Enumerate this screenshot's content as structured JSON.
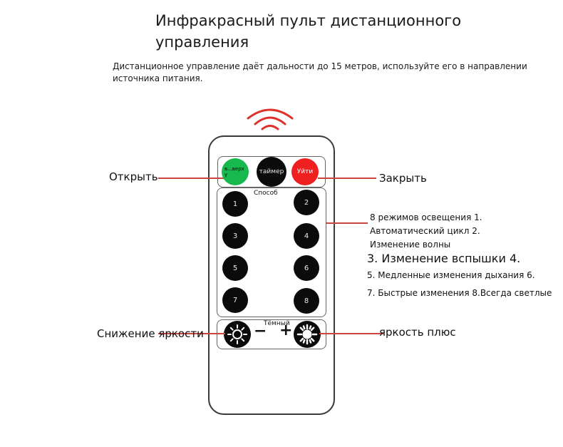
{
  "title": "Инфракрасный пульт дистанционного управления",
  "description": "Дистанционное управление даёт дальности до 15 метров, используйте его в направлении источника питания.",
  "remote": {
    "top_buttons": {
      "on_label": "в...верх у",
      "timer_label": "таймер",
      "off_label": "Уйти"
    },
    "mode_label": "Способ",
    "mode_buttons": [
      "1",
      "2",
      "3",
      "4",
      "5",
      "6",
      "7",
      "8"
    ],
    "dark_label": "Тёмный",
    "minus": "−",
    "plus": "+"
  },
  "callouts": {
    "open": "Открыть",
    "close": "Закрыть",
    "dim": "Снижение яркости",
    "bright": "яркость плюс",
    "modes": [
      "8 режимов освещения 1.",
      "Автоматический цикл 2.",
      "Изменение волны",
      "3. Изменение вспышки 4.",
      "5. Медленные изменения дыхания 6.",
      "7. Быстрые изменения 8.Всегда светлые"
    ]
  },
  "colors": {
    "on_button": "#17b94e",
    "off_button": "#f02020",
    "signal": "#e0302a",
    "callout_line": "#c9463f"
  }
}
